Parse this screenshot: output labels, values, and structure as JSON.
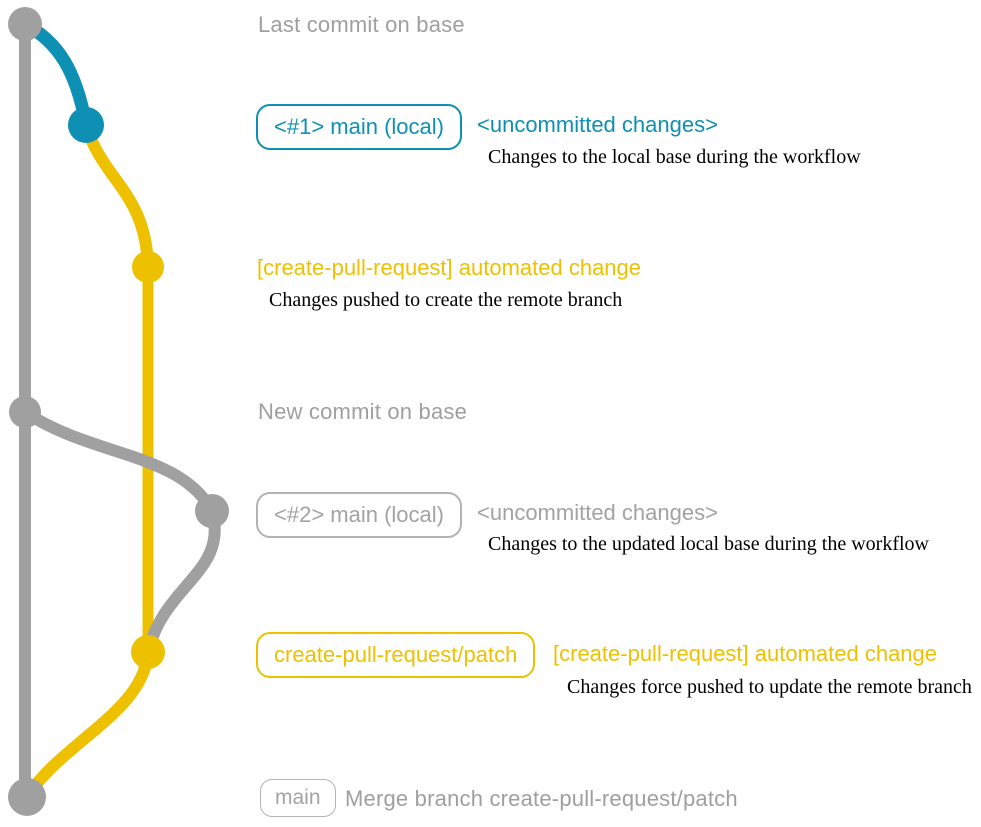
{
  "colors": {
    "base_gray": "#a0a0a0",
    "local_main_blue": "#0e90b5",
    "patch_yellow": "#eec100",
    "description_black": "#000000"
  },
  "graph": {
    "branches": [
      {
        "name": "base",
        "color_key": "base_gray"
      },
      {
        "name": "main-local",
        "color_key": "local_main_blue"
      },
      {
        "name": "create-pull-request/patch",
        "color_key": "patch_yellow"
      }
    ],
    "commits": [
      {
        "id": "last-commit-on-base",
        "color_key": "base_gray"
      },
      {
        "id": "local-main-uncommitted-1",
        "color_key": "local_main_blue"
      },
      {
        "id": "patch-automated-change-1",
        "color_key": "patch_yellow"
      },
      {
        "id": "new-commit-on-base",
        "color_key": "base_gray"
      },
      {
        "id": "local-main-uncommitted-2",
        "color_key": "base_gray"
      },
      {
        "id": "patch-automated-change-2",
        "color_key": "patch_yellow"
      },
      {
        "id": "merge-commit",
        "color_key": "base_gray"
      }
    ]
  },
  "annotations": {
    "last_commit_note": "Last commit on base",
    "new_commit_note": "New commit on base",
    "row1": {
      "branch_label": "<#1> main (local)",
      "title": "<uncommitted changes>",
      "description": "Changes to the local base during the workflow"
    },
    "row2": {
      "title": "[create-pull-request] automated change",
      "description": "Changes pushed to create the remote branch"
    },
    "row3": {
      "branch_label": "<#2> main (local)",
      "title": "<uncommitted changes>",
      "description": "Changes to the updated local base during the workflow"
    },
    "row4": {
      "branch_label": "create-pull-request/patch",
      "title": "[create-pull-request] automated change",
      "description": "Changes force pushed to update the remote branch"
    },
    "row5": {
      "branch_label": "main",
      "message": "Merge branch create-pull-request/patch"
    }
  }
}
